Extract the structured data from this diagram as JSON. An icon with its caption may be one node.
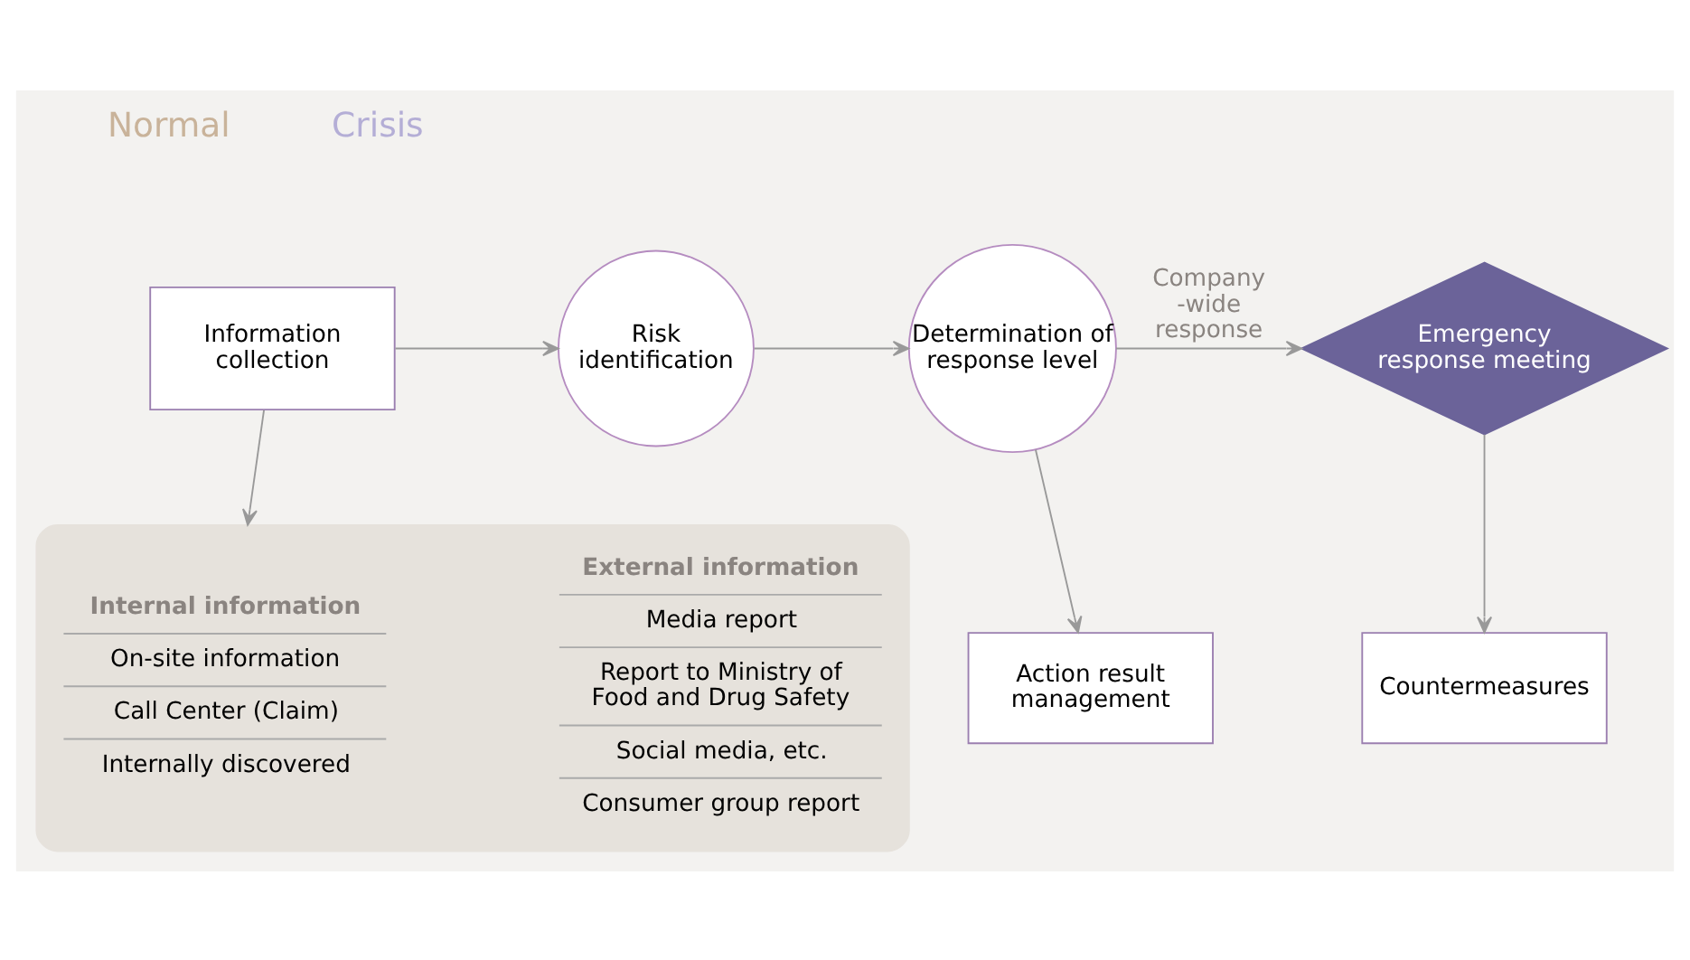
{
  "diagram": {
    "nodes": [
      {
        "text": [
          "Information collection"
        ]
      },
      {
        "text": [
          "Risk identification"
        ]
      },
      {
        "text": [
          "Determination of response level"
        ]
      },
      {
        "text": [
          "Emergency response meeting"
        ]
      },
      {
        "text": [],
        "shape": "box"
      },
      {
        "text": [
          "Internal information",
          "On-site information",
          "Call Center (Claim)",
          "Internally discovered"
        ],
        "in": 4
      },
      {
        "text": [
          "External information",
          "Media report",
          "Report to Ministry of Food and Drug Safety",
          "Social media, etc.",
          "Consumer group report"
        ],
        "in": 4
      },
      {
        "text": [
          "Action result management"
        ]
      },
      {
        "text": [
          "Countermeasures"
        ]
      }
    ],
    "edges": [
      {
        "from": 0,
        "to": 1,
        "arrow": "to"
      },
      {
        "from": 1,
        "to": 2,
        "arrow": "to"
      },
      {
        "from": 2,
        "to": 3,
        "arrow": "to",
        "label": "Company -wide response"
      },
      {
        "from": 0,
        "to": 4,
        "arrow": "to"
      },
      {
        "from": 2,
        "to": 7,
        "arrow": "to"
      },
      {
        "from": 3,
        "to": 8,
        "arrow": "to"
      }
    ],
    "labels": [
      "Normal",
      "Crisis"
    ]
  }
}
